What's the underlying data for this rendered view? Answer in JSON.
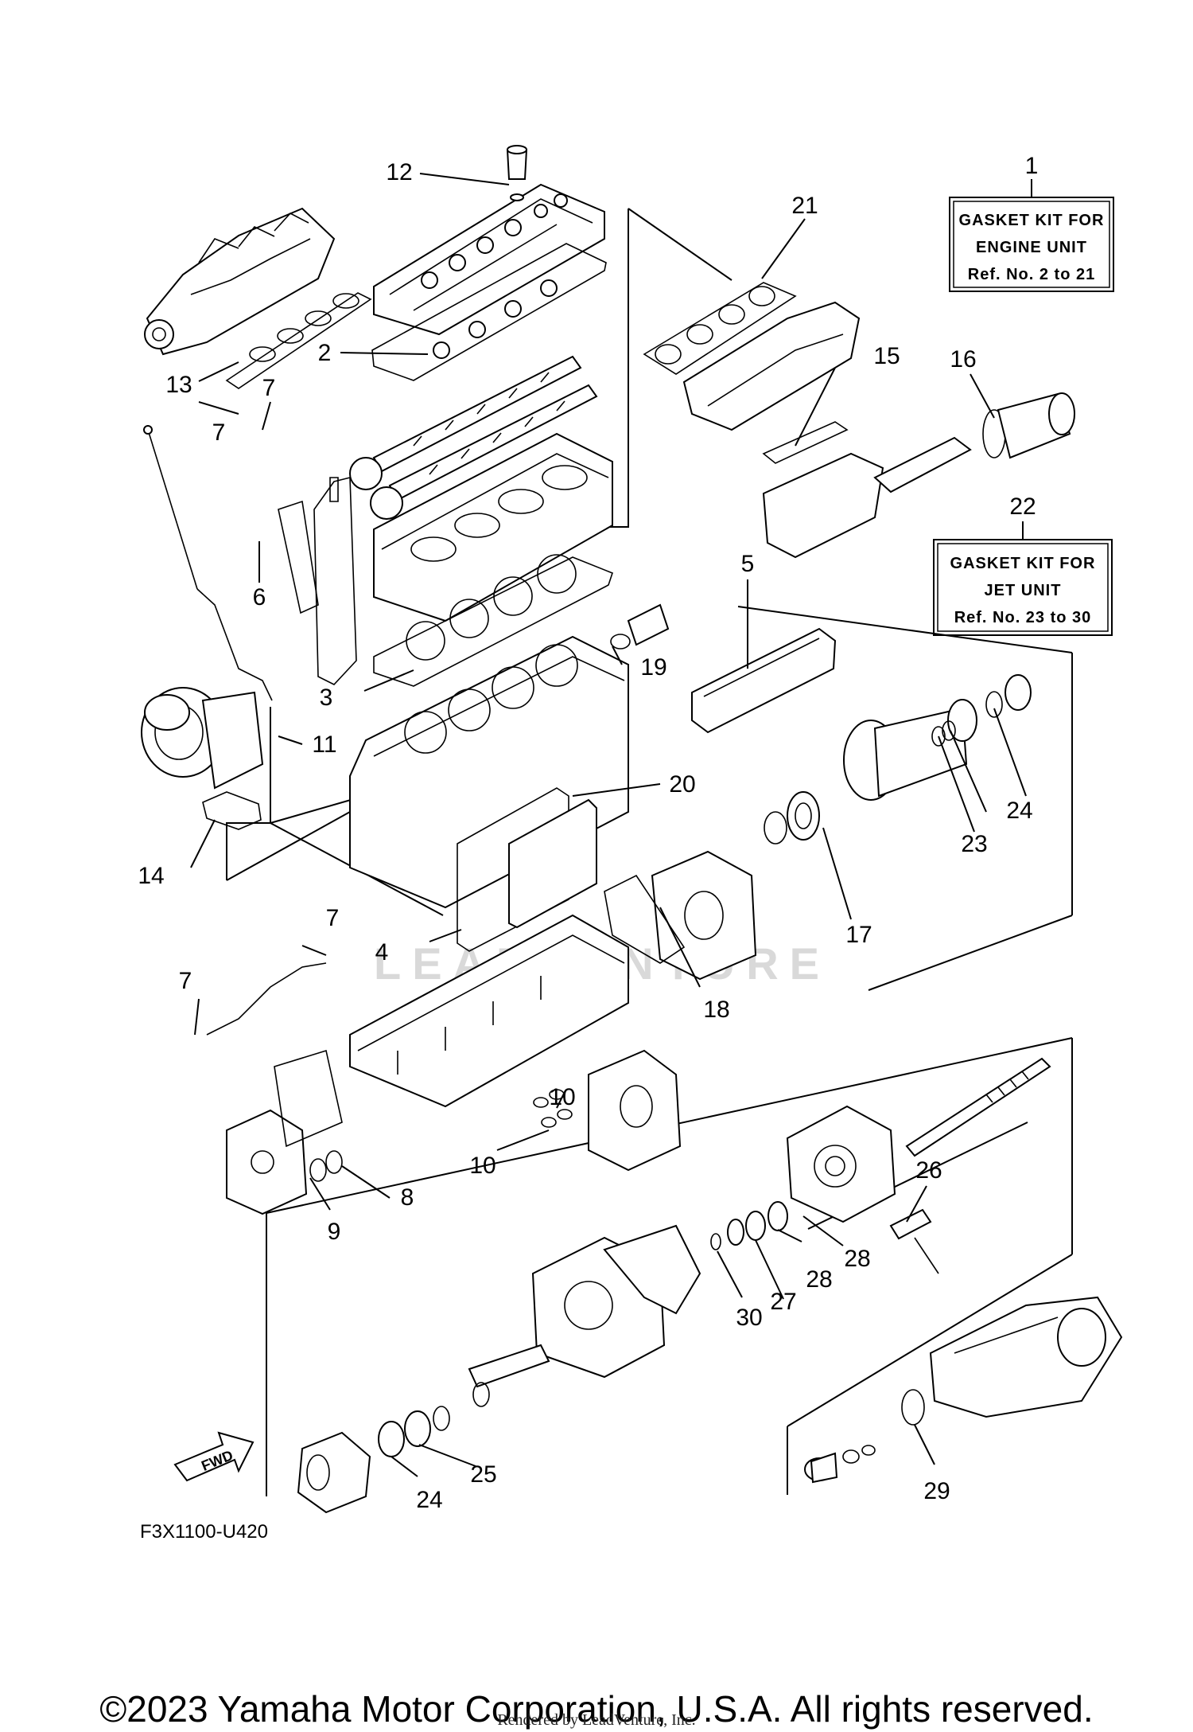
{
  "diagram": {
    "callouts": {
      "c1": "1",
      "c2": "2",
      "c3": "3",
      "c4": "4",
      "c5": "5",
      "c6": "6",
      "c7a": "7",
      "c7b": "7",
      "c7c": "7",
      "c7d": "7",
      "c8": "8",
      "c9": "9",
      "c10a": "10",
      "c10b": "10",
      "c11": "11",
      "c12": "12",
      "c13": "13",
      "c14": "14",
      "c15": "15",
      "c16": "16",
      "c17": "17",
      "c18": "18",
      "c19": "19",
      "c20": "20",
      "c21": "21",
      "c22": "22",
      "c23": "23",
      "c24a": "24",
      "c24b": "24",
      "c25": "25",
      "c26": "26",
      "c27": "27",
      "c28a": "28",
      "c28b": "28",
      "c29": "29",
      "c30": "30"
    },
    "engine_kit_box": {
      "line1": "GASKET KIT FOR",
      "line2": "ENGINE UNIT",
      "line3": "Ref. No. 2 to 21"
    },
    "jet_kit_box": {
      "line1": "GASKET KIT FOR",
      "line2": "JET UNIT",
      "line3": "Ref. No. 23 to 30"
    },
    "fwd_arrow_label": "FWD",
    "drawing_code": "F3X1100-U420",
    "watermark": "LEADVENTURE"
  },
  "footer": {
    "copyright": "©2023 Yamaha Motor Corporation, U.S.A. All rights reserved.",
    "rendered_by": "Rendered by LeadVenture, Inc."
  }
}
